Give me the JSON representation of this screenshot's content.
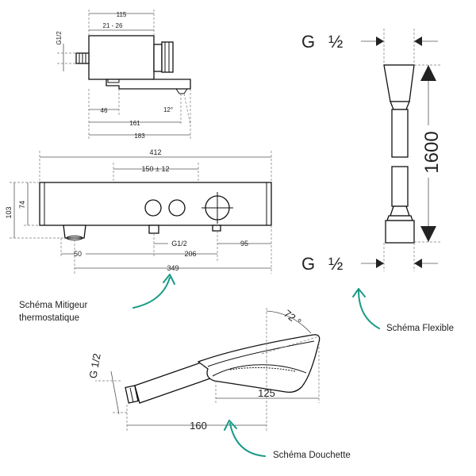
{
  "mixer_side": {
    "dim_115": "115",
    "dim_21_26": "21 - 26",
    "dim_g12": "G1/2",
    "dim_46": "46",
    "dim_angle": "12°",
    "dim_161": "161",
    "dim_183": "183"
  },
  "mixer_front": {
    "dim_412": "412",
    "dim_150": "150 ± 12",
    "dim_103": "103",
    "dim_74": "74",
    "dim_g12": "G1/2",
    "dim_95": "95",
    "dim_50": "50",
    "dim_206": "206",
    "dim_349": "349"
  },
  "hose": {
    "g_top": "G",
    "half_top": "½",
    "length": "1600",
    "g_bottom": "G",
    "half_bottom": "½"
  },
  "shower": {
    "dim_g12": "G 1/2",
    "dim_angle": "72 °",
    "dim_125": "125",
    "dim_160": "160"
  },
  "captions": {
    "mixer_line1": "Schéma Mitigeur",
    "mixer_line2": "thermostatique",
    "hose": "Schéma Flexible",
    "shower": "Schéma Douchette"
  }
}
